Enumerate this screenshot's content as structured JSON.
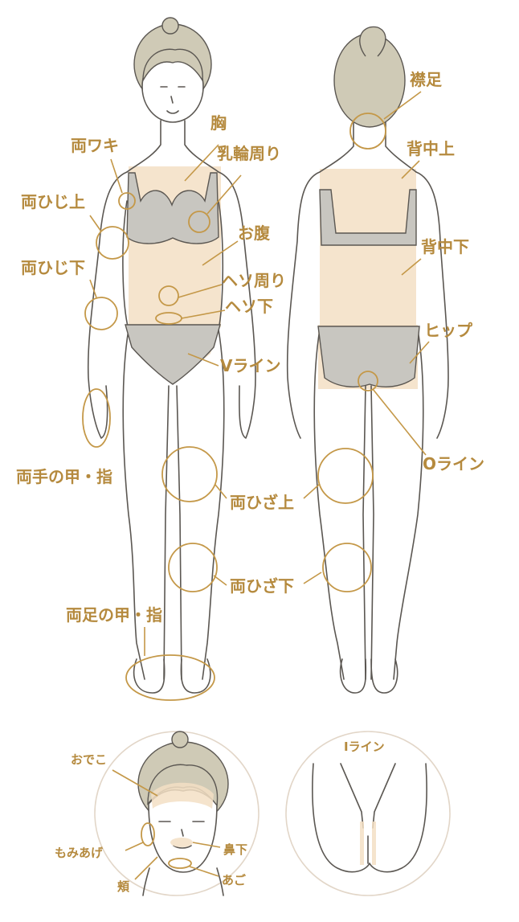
{
  "labels": {
    "mune": "胸",
    "nyurin": "乳輪周り",
    "ryowaki": "両ワキ",
    "hiji_ue": "両ひじ上",
    "onaka": "お腹",
    "hiji_shita": "両ひじ下",
    "heso_mawari": "ヘソ周り",
    "heso_shita": "ヘソ下",
    "v_line": "Vライン",
    "te": "両手の甲・指",
    "hiza_ue": "両ひざ上",
    "hiza_shita": "両ひざ下",
    "ashi": "両足の甲・指",
    "erioshi": "襟足",
    "senaka_ue": "背中上",
    "senaka_shita": "背中下",
    "hip": "ヒップ",
    "o_line": "Oライン",
    "odeko": "おでこ",
    "momiage": "もみあげ",
    "hana_shita": "鼻下",
    "hoho": "頬",
    "ago": "あご",
    "i_line": "Iライン"
  },
  "colors": {
    "accent": "#c49848",
    "label": "#b58a3e",
    "skin_area": "#f3dfc4",
    "line": "#5b5752",
    "hair": "#cfcab6",
    "garment": "#c8c6c0"
  }
}
